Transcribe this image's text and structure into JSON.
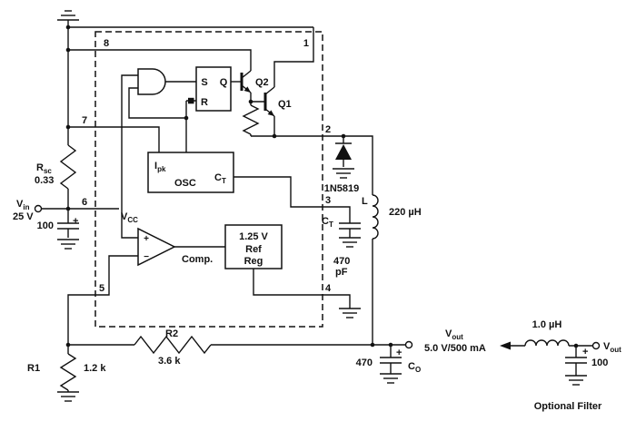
{
  "ic": {
    "pins": {
      "p1": "1",
      "p2": "2",
      "p3": "3",
      "p4": "4",
      "p5": "5",
      "p6": "6",
      "p7": "7",
      "p8": "8"
    },
    "latch": {
      "s": "S",
      "q": "Q",
      "r": "R"
    },
    "q1": "Q1",
    "q2": "Q2",
    "osc_block": {
      "ipk_main": "I",
      "ipk_sub": "pk",
      "osc": "OSC",
      "ct_main": "C",
      "ct_sub": "T"
    },
    "vcc": {
      "main": "V",
      "sub": "CC"
    },
    "comparator": {
      "plus": "+",
      "minus": "−",
      "label": "Comp."
    },
    "ref_reg": {
      "line1": "1.25 V",
      "line2": "Ref",
      "line3": "Reg"
    }
  },
  "input": {
    "vin": {
      "main": "V",
      "sub": "in",
      "value": "25 V"
    },
    "rsc": {
      "main": "R",
      "sub": "sc",
      "value": "0.33"
    },
    "cap": {
      "plus": "+",
      "value": "100"
    }
  },
  "rectifier": {
    "diode": "1N5819"
  },
  "inductor": {
    "label": "L",
    "value": "220 µH"
  },
  "timing_cap": {
    "main": "C",
    "sub": "T",
    "value1": "470",
    "value2": "pF"
  },
  "feedback": {
    "r1": "R1",
    "r1_value": "1.2 k",
    "r2": "R2",
    "r2_value": "3.6 k"
  },
  "output": {
    "co": {
      "value": "470",
      "plus": "+",
      "main": "C",
      "sub": "O"
    },
    "vout": {
      "main": "V",
      "sub": "out",
      "value": "5.0 V/500 mA"
    }
  },
  "filter": {
    "ind_value": "1.0 µH",
    "cap": {
      "plus": "+",
      "value": "100"
    },
    "vout": {
      "main": "V",
      "sub": "out"
    },
    "label": "Optional Filter"
  }
}
